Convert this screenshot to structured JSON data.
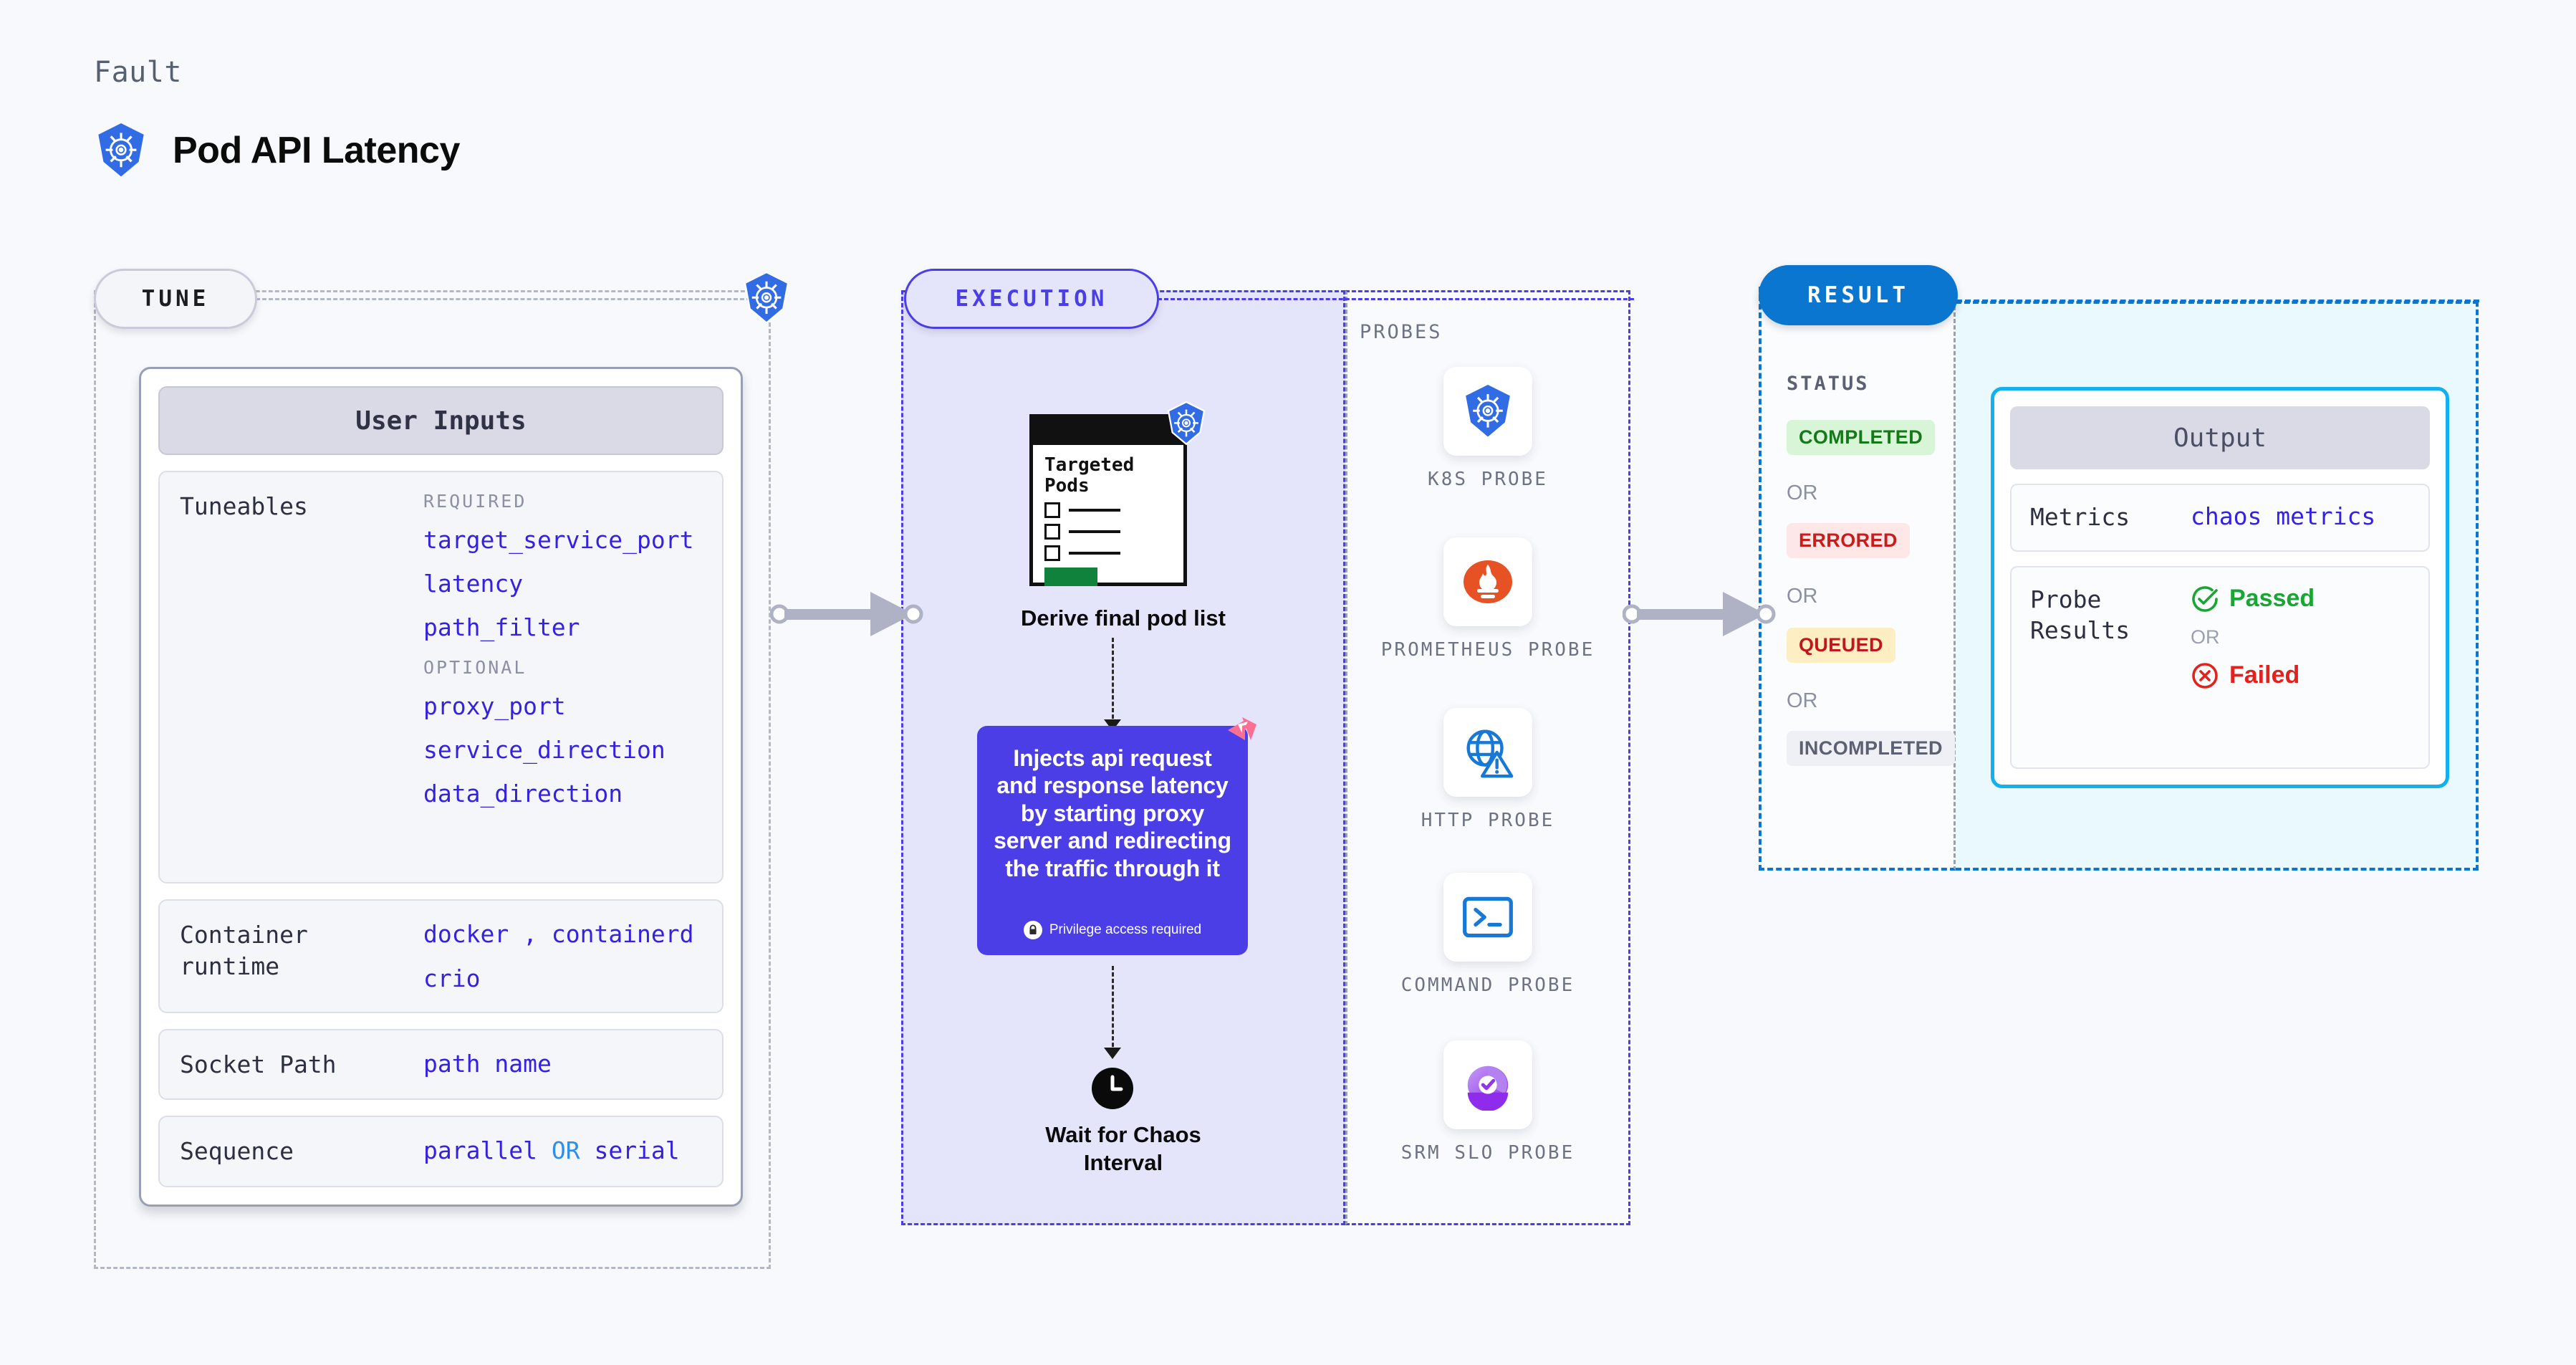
{
  "header": {
    "eyebrow": "Fault",
    "title": "Pod API Latency",
    "icon": "kubernetes-icon"
  },
  "sections": {
    "tune": {
      "label": "TUNE"
    },
    "execution": {
      "label": "EXECUTION"
    },
    "result": {
      "label": "RESULT"
    }
  },
  "tune": {
    "card_title": "User Inputs",
    "tuneables": {
      "label": "Tuneables",
      "required_heading": "REQUIRED",
      "required": [
        "target_service_port",
        "latency",
        "path_filter"
      ],
      "optional_heading": "OPTIONAL",
      "optional": [
        "proxy_port",
        "service_direction",
        "data_direction"
      ]
    },
    "container_runtime": {
      "label": "Container runtime",
      "values_line1_a": "docker",
      "values_line1_sep": ",",
      "values_line1_b": "containerd",
      "values_line2": "crio"
    },
    "socket_path": {
      "label": "Socket Path",
      "value": "path name"
    },
    "sequence": {
      "label": "Sequence",
      "value_a": "parallel",
      "or": "OR",
      "value_b": "serial"
    }
  },
  "execution": {
    "pods_card": {
      "title_line1": "Targeted",
      "title_line2": "Pods",
      "icon": "kubernetes-icon"
    },
    "derive_caption": "Derive final pod list",
    "inject_card": {
      "text": "Injects api request and response latency by starting proxy server and redirecting the traffic through it",
      "privilege_note": "Privilege access required",
      "lock_icon": "lock-icon",
      "brand_icon": "litmus-chaos-icon",
      "color": "#4b3ee6"
    },
    "wait_caption_line1": "Wait for Chaos",
    "wait_caption_line2": "Interval",
    "clock_icon": "clock-icon"
  },
  "probes": {
    "heading": "PROBES",
    "items": [
      {
        "label": "K8S  PROBE",
        "icon": "kubernetes-icon"
      },
      {
        "label": "PROMETHEUS PROBE",
        "icon": "prometheus-icon"
      },
      {
        "label": "HTTP  PROBE",
        "icon": "http-globe-warning-icon"
      },
      {
        "label": "COMMAND PROBE",
        "icon": "terminal-icon"
      },
      {
        "label": "SRM SLO PROBE",
        "icon": "srm-slo-icon"
      }
    ]
  },
  "result": {
    "status_heading": "STATUS",
    "statuses": [
      {
        "label": "COMPLETED",
        "bg": "#d8f5d8",
        "fg": "#15791a"
      },
      {
        "label": "ERRORED",
        "bg": "#fde7e7",
        "fg": "#cb1c1c"
      },
      {
        "label": "QUEUED",
        "bg": "#fdeec4",
        "fg": "#c2171a"
      },
      {
        "label": "INCOMPLETED",
        "bg": "#eef0f5",
        "fg": "#5b6171"
      }
    ],
    "or_label": "OR",
    "output": {
      "title": "Output",
      "metrics": {
        "label": "Metrics",
        "value": "chaos metrics"
      },
      "probe_results": {
        "label": "Probe Results",
        "passed": "Passed",
        "or": "OR",
        "failed": "Failed",
        "passed_icon": "check-circle-icon",
        "failed_icon": "x-circle-icon"
      }
    }
  },
  "colors": {
    "accent_purple": "#4b3ee6",
    "accent_blue": "#0b76d0",
    "accent_cyan": "#13b0ef",
    "code_blue": "#3521e0",
    "k8s_blue": "#326ce5",
    "pass_green": "#19a635",
    "fail_red": "#e0231f",
    "background": "#f7f9fc"
  }
}
